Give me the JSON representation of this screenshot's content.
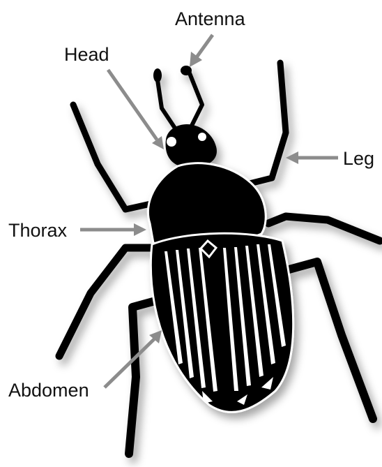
{
  "diagram": {
    "labels": {
      "antenna": "Antenna",
      "head": "Head",
      "leg": "Leg",
      "thorax": "Thorax",
      "abdomen": "Abdomen"
    },
    "colors": {
      "body": "#000000",
      "leader_lines": "#8c8c8c",
      "background": "#ffffff"
    }
  }
}
